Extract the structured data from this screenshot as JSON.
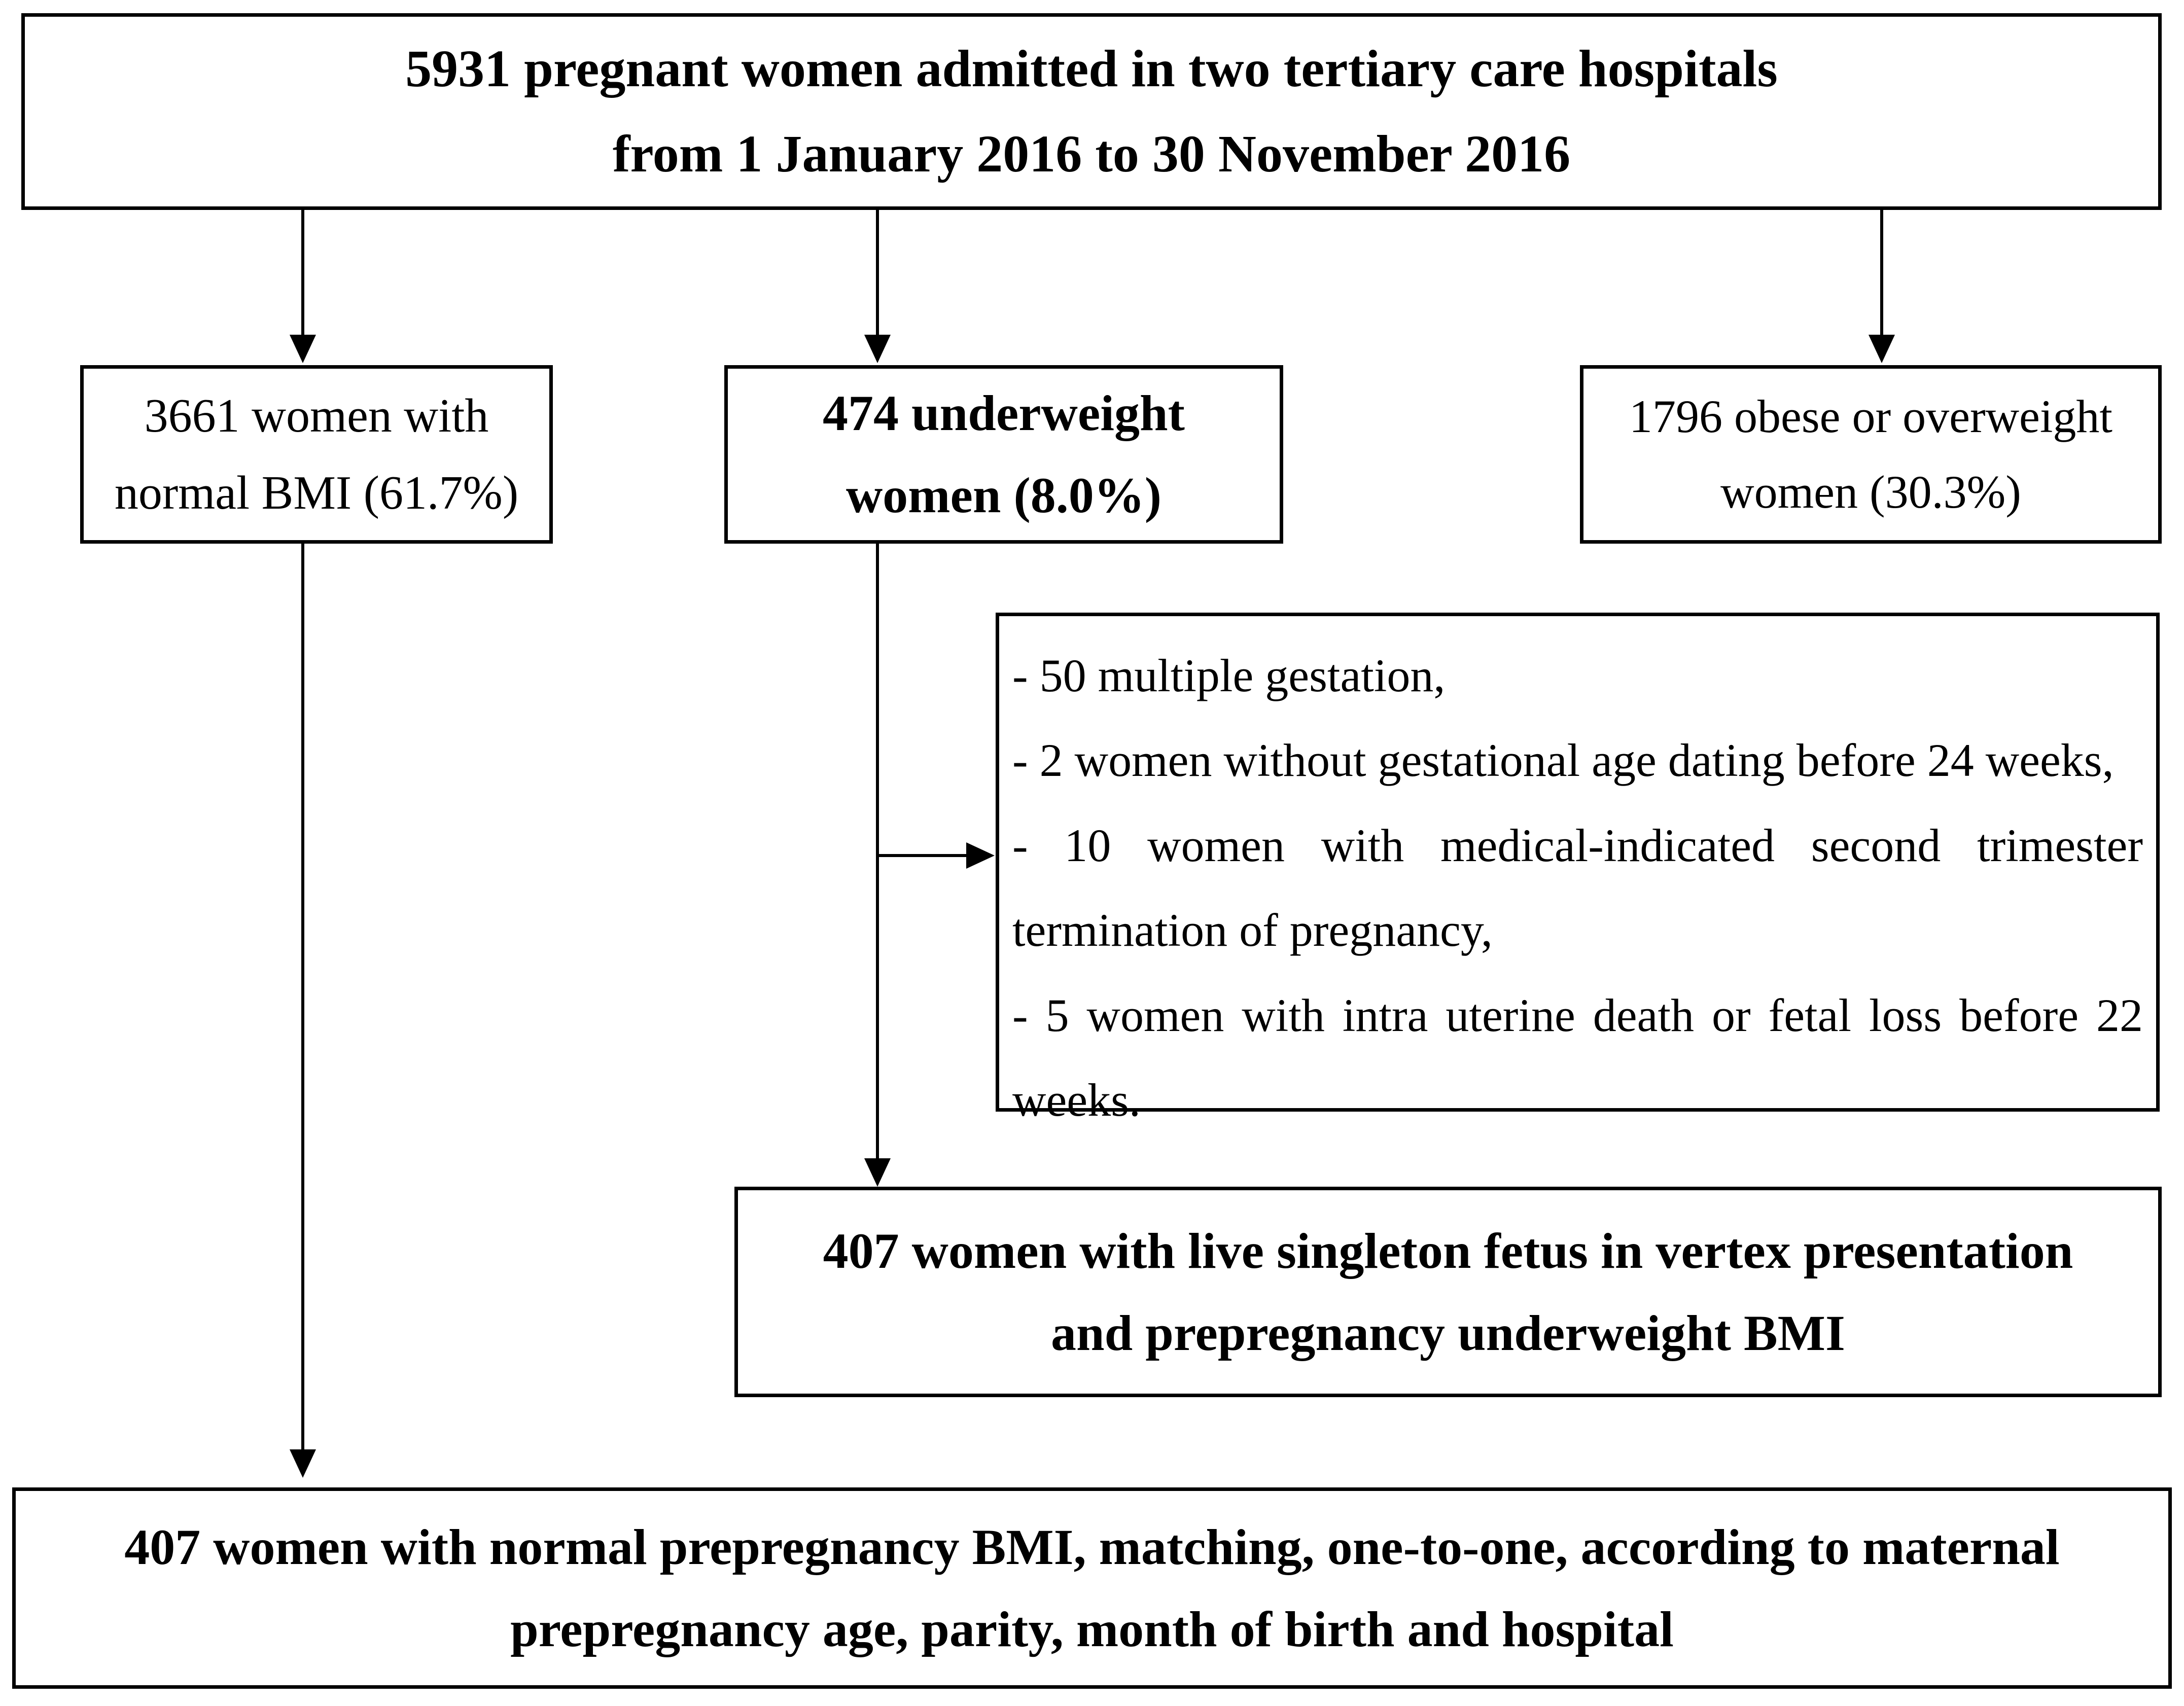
{
  "diagram": {
    "title": "Study flow diagram of pregnant women by prepregnancy BMI category",
    "boxes": {
      "root": {
        "line1": "5931 pregnant women admitted in two tertiary care hospitals",
        "line2": "from 1 January 2016 to 30 November 2016",
        "count": 5931,
        "bold": true
      },
      "normal_bmi": {
        "line1": "3661 women with",
        "line2": "normal BMI (61.7%)",
        "count": 3661,
        "percent": "61.7%",
        "bold": false
      },
      "underweight": {
        "line1": "474 underweight",
        "line2": "women (8.0%)",
        "count": 474,
        "percent": "8.0%",
        "bold": true
      },
      "obese_overweight": {
        "line1": "1796 obese or overweight",
        "line2": "women (30.3%)",
        "count": 1796,
        "percent": "30.3%",
        "bold": false
      },
      "exclusions": {
        "items": [
          "- 50 multiple gestation,",
          "- 2 women without gestational age dating before 24 weeks,",
          "- 10 women with medical-indicated second trimester termination of pregnancy,",
          "- 5 women with intra uterine death or fetal loss before 22 weeks."
        ],
        "counts": [
          50,
          2,
          10,
          5
        ],
        "bold": false
      },
      "singleton_underweight": {
        "line1": "407 women with live singleton fetus in vertex presentation",
        "line2": "and prepregnancy underweight BMI",
        "count": 407,
        "bold": true
      },
      "matched_normal": {
        "line1": "407 women with normal prepregnancy BMI, matching, one-to-one, according to maternal",
        "line2": "prepregnancy age, parity, month of birth and hospital",
        "count": 407,
        "bold": true
      }
    },
    "colors": {
      "stroke": "#000000",
      "background": "#ffffff",
      "text": "#000000"
    }
  }
}
